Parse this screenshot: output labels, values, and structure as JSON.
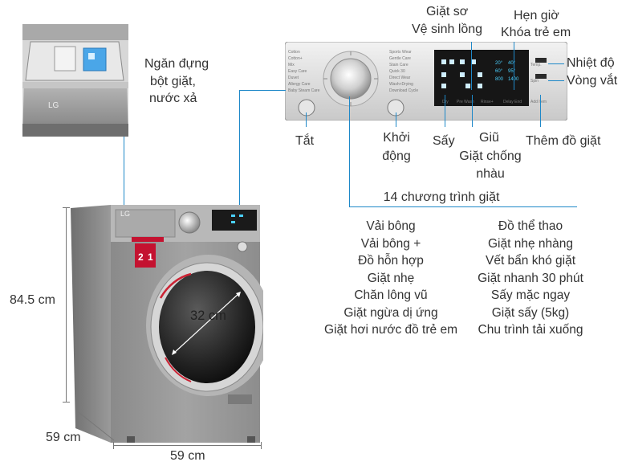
{
  "drawer_callout": {
    "lines": [
      "Ngăn đựng",
      "bột giặt,",
      "nước xả"
    ]
  },
  "panel_callouts": {
    "giat_so": "Giặt sơ",
    "ve_sinh_long": "Vệ sinh lồng",
    "hen_gio": "Hẹn giờ",
    "khoa_tre_em": "Khóa trẻ em",
    "nhiet_do": "Nhiệt độ",
    "vong_vat": "Vòng vắt",
    "tat": "Tắt",
    "khoi_dong": [
      "Khởi",
      "động"
    ],
    "say": "Sấy",
    "giu": "Giũ",
    "giat_chong_nhau": [
      "Giặt chống",
      "nhàu"
    ],
    "them_do_giat": "Thêm đồ giặt"
  },
  "programs": {
    "title": "14 chương trình giặt",
    "left": [
      "Vải bông",
      "Vải bông +",
      "Đồ hỗn hợp",
      "Giặt nhẹ",
      "Chăn lông vũ",
      "Giặt ngừa dị ứng",
      "Giặt hơi nước đồ trẻ em"
    ],
    "right": [
      "Đồ thể thao",
      "Giặt nhẹ nhàng",
      "Vết bẩn khó giặt",
      "Giặt nhanh 30 phút",
      "Sấy mặc ngay",
      "Giặt sấy (5kg)",
      "Chu trình tải xuống"
    ]
  },
  "dimensions": {
    "height": "84.5 cm",
    "depth": "59 cm",
    "width": "59 cm",
    "door_diameter": "32 cm"
  },
  "machine": {
    "brand": "LG",
    "capacity_badge": "2",
    "capacity_badge_sub": "1",
    "panel_left_programs": [
      "Cotton",
      "Cotton+",
      "Mix",
      "Easy Care",
      "Duvet",
      "Allergy Care",
      "Baby Steam Care"
    ],
    "panel_right_programs": [
      "Sports Wear",
      "Gentle Care",
      "Stain Care",
      "Quick 30",
      "Direct Wear",
      "Wash+Drying",
      "Download Cycle"
    ],
    "panel_buttons": [
      "Dry",
      "Pre Wash",
      "Rinse+",
      "Delay End",
      "Add Item"
    ],
    "panel_right_labels": [
      "Temp.",
      "Spin"
    ]
  },
  "colors": {
    "accent_line": "#1e88c8",
    "dimension_line": "#777777",
    "body": "#8f8f8f"
  }
}
